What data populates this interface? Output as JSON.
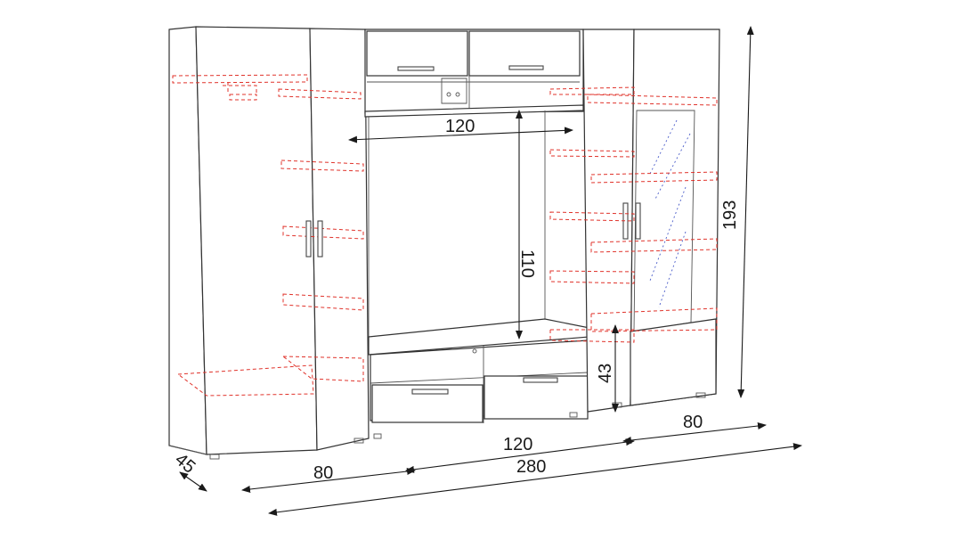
{
  "dimensions": {
    "depth": "45",
    "left_width": "80",
    "center_width": "120",
    "right_width": "80",
    "total_width": "280",
    "total_height": "193",
    "tv_niche_width": "120",
    "tv_niche_height": "110",
    "tv_stand_height": "43"
  },
  "colors": {
    "outline": "#333333",
    "hidden_shelves": "#e0332b",
    "glass": "#4a5cc9",
    "dimension_lines": "#1a1a1a"
  }
}
